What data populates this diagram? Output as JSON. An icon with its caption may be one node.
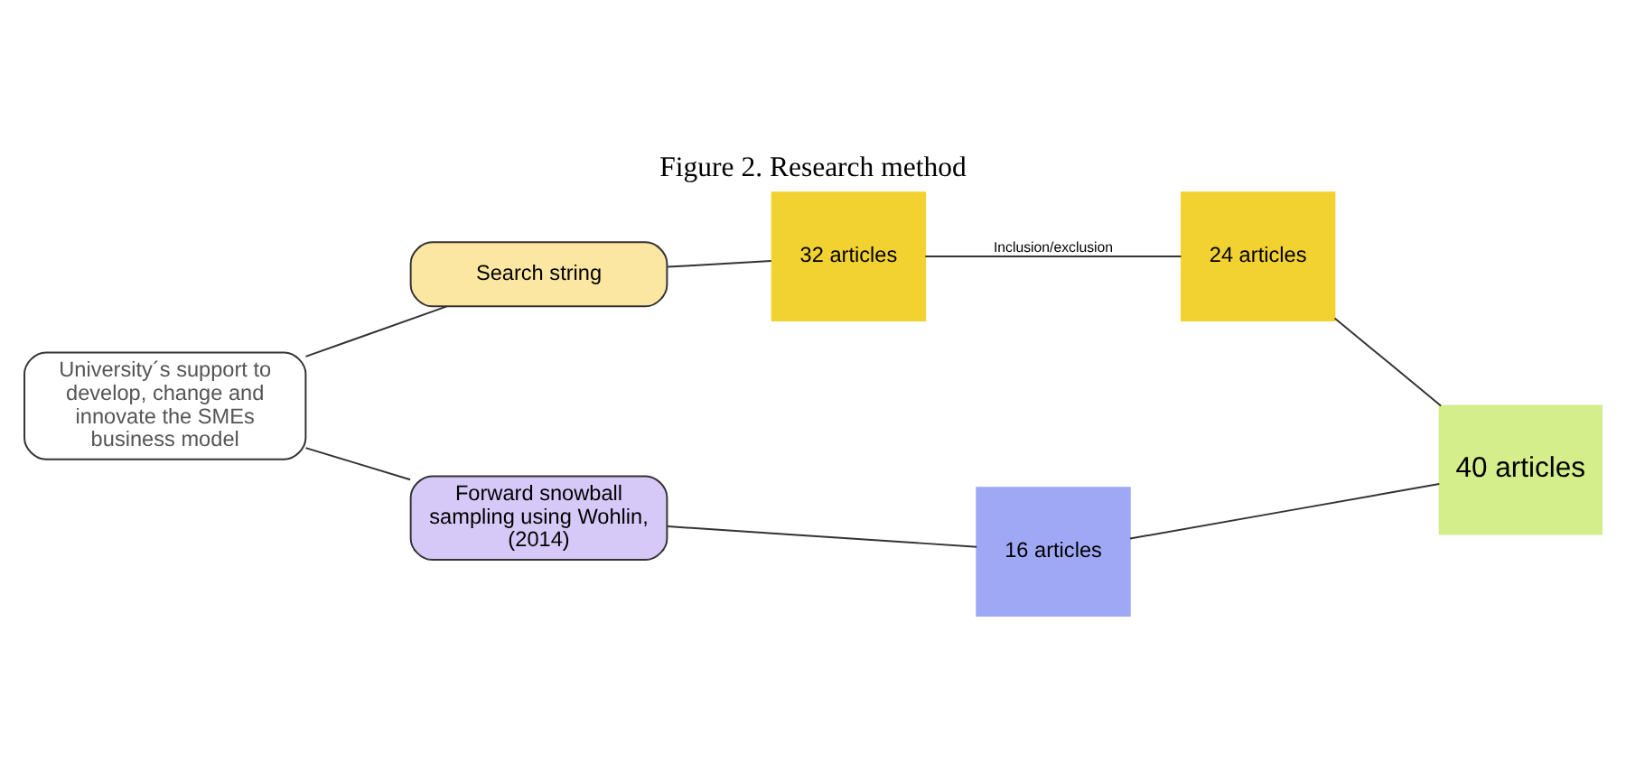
{
  "diagram": {
    "title": "Figure 2. Research method",
    "nodes": [
      {
        "text": [
          "University´s support to develop, change and innovate the SMEs business model"
        ]
      },
      {
        "text": [
          "Search string"
        ]
      },
      {
        "text": [
          "Forward snowball sampling using Wohlin, (2014)"
        ]
      },
      {
        "text": [
          "32 articles"
        ]
      },
      {
        "text": [
          "24 articles"
        ]
      },
      {
        "text": [
          "16 articles"
        ]
      },
      {
        "text": [
          "40 articles"
        ]
      }
    ],
    "edges": [
      {
        "from": 0,
        "to": 1,
        "arrow": "none"
      },
      {
        "from": 0,
        "to": 2,
        "arrow": "none"
      },
      {
        "from": 1,
        "to": 3,
        "arrow": "none"
      },
      {
        "from": 3,
        "to": 4,
        "arrow": "none",
        "label": "Inclusion/exclusion"
      },
      {
        "from": 2,
        "to": 5,
        "arrow": "none"
      },
      {
        "from": 4,
        "to": 6,
        "arrow": "none"
      },
      {
        "from": 5,
        "to": 6,
        "arrow": "none"
      }
    ]
  }
}
